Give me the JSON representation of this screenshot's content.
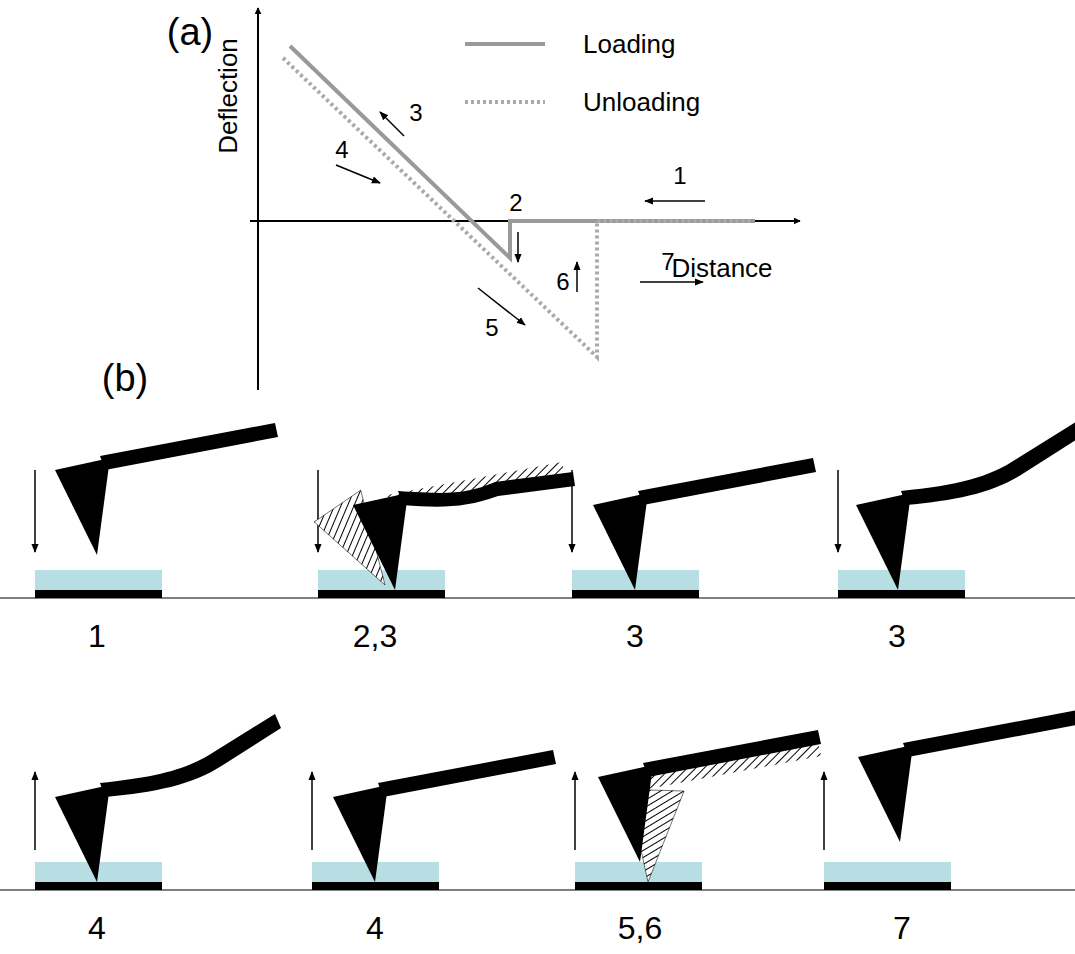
{
  "diagram": {
    "labels": [
      "(a)",
      "Deflection",
      "Distance",
      "1",
      "2",
      "3",
      "4",
      "5",
      "6",
      "7",
      "(b)",
      "1",
      "2,3",
      "3",
      "3",
      "4",
      "4",
      "5,6",
      "7"
    ],
    "legend": [
      {
        "text": "Loading"
      },
      {
        "text": "Unloading"
      }
    ]
  }
}
